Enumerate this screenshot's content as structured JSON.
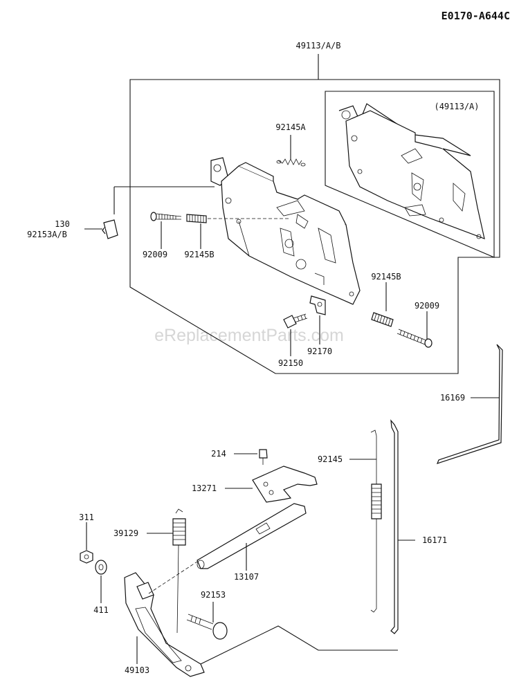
{
  "diagram_code": "E0170-A644C",
  "watermark": "eReplacementParts.com",
  "labels": {
    "asm": "49113/A/B",
    "inset": "(49113/A)",
    "p92145A": "92145A",
    "p130": "130",
    "p92153AB": "92153A/B",
    "p92009a": "92009",
    "p92145Ba": "92145B",
    "p92145Bb": "92145B",
    "p92009b": "92009",
    "p92170": "92170",
    "p92150": "92150",
    "p16169": "16169",
    "p214": "214",
    "p92145": "92145",
    "p13271": "13271",
    "p311": "311",
    "p39129": "39129",
    "p16171": "16171",
    "p13107": "13107",
    "p92153": "92153",
    "p411": "411",
    "p49103": "49103"
  }
}
